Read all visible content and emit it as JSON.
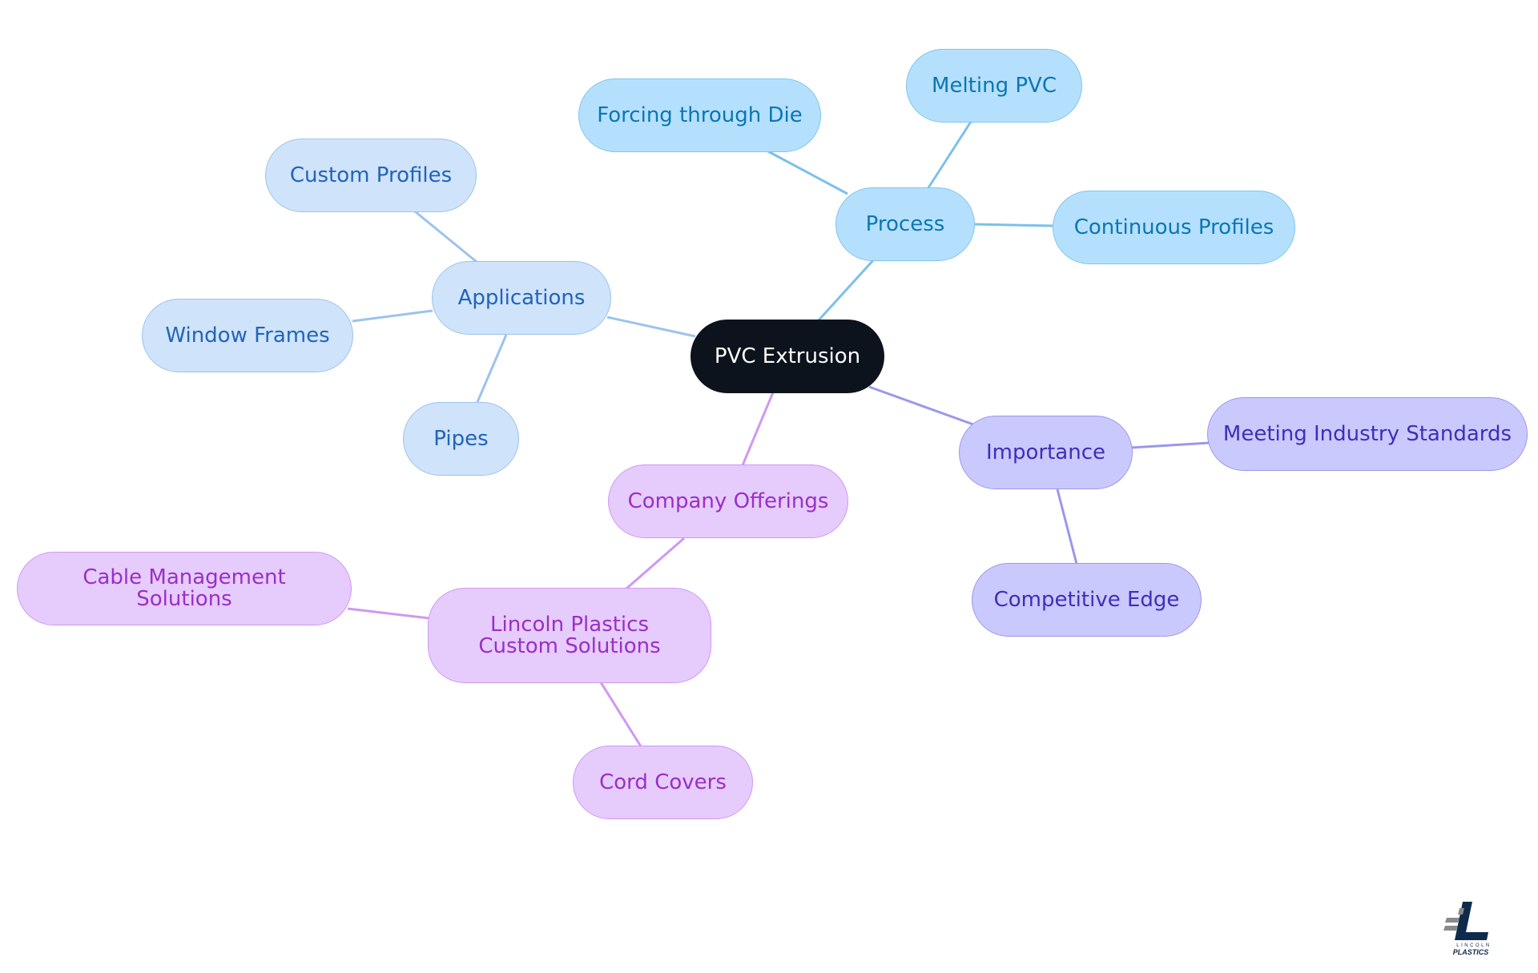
{
  "colors": {
    "root_bg": "#0d131c",
    "process_line": "#7cc0ec",
    "apps_line": "#9cc3ec",
    "importance_line": "#9b97ec",
    "company_line": "#cf98f3",
    "logo_dark": "#0f2b4b",
    "logo_grey": "#8a8a8a"
  },
  "mindmap": {
    "root": {
      "label": "PVC Extrusion"
    },
    "process": {
      "label": "Process",
      "children": [
        "Forcing through Die",
        "Melting PVC",
        "Continuous Profiles"
      ]
    },
    "applications": {
      "label": "Applications",
      "children": [
        "Custom Profiles",
        "Window Frames",
        "Pipes"
      ]
    },
    "importance": {
      "label": "Importance",
      "children": [
        "Meeting Industry Standards",
        "Competitive Edge"
      ]
    },
    "company_offerings": {
      "label": "Company Offerings",
      "sub": {
        "label": "Lincoln Plastics Custom Solutions",
        "children": [
          "Cable Management Solutions",
          "Cord Covers"
        ]
      }
    }
  },
  "logo": {
    "icon": "lincoln-plastics-logo",
    "line1": "LINCOLN",
    "line2": "PLASTICS"
  }
}
